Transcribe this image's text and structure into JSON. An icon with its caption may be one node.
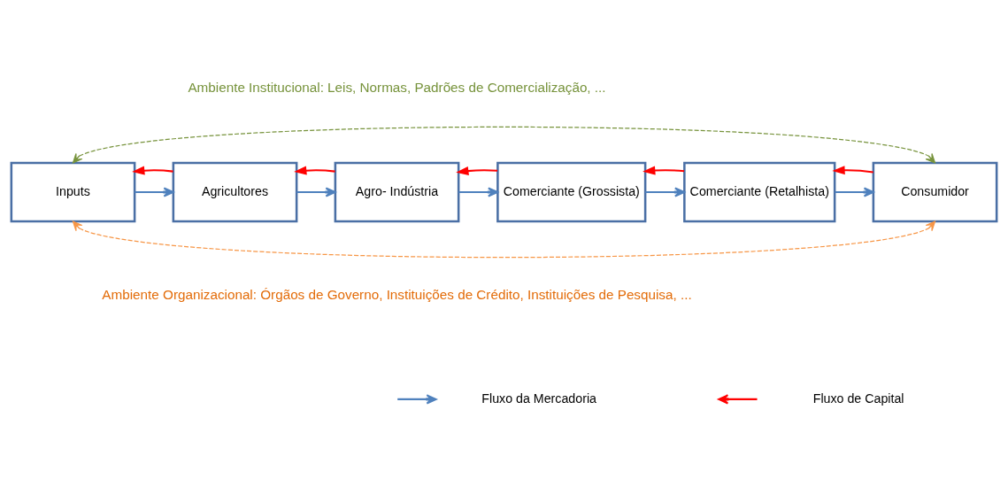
{
  "diagram": {
    "nodes": [
      {
        "text": [
          "Inputs"
        ]
      },
      {
        "text": [
          "Agricultores"
        ]
      },
      {
        "text": [
          "Agro- Indústria"
        ]
      },
      {
        "text": [
          "Comerciante (Grossista)"
        ]
      },
      {
        "text": [
          "Comerciante (Retalhista)"
        ]
      },
      {
        "text": [
          "Consumidor"
        ]
      }
    ],
    "edges": [
      {
        "from": 0,
        "to": 1,
        "arrow": "to"
      },
      {
        "from": 1,
        "to": 2,
        "arrow": "to"
      },
      {
        "from": 2,
        "to": 3,
        "arrow": "to"
      },
      {
        "from": 3,
        "to": 4,
        "arrow": "to"
      },
      {
        "from": 4,
        "to": 5,
        "arrow": "to"
      },
      {
        "from": 1,
        "to": 0,
        "arrow": "to",
        "color": "#ff0000"
      },
      {
        "from": 2,
        "to": 1,
        "arrow": "to",
        "color": "#ff0000"
      },
      {
        "from": 3,
        "to": 2,
        "arrow": "to",
        "color": "#ff0000"
      },
      {
        "from": 4,
        "to": 3,
        "arrow": "to",
        "color": "#ff0000"
      },
      {
        "from": 5,
        "to": 4,
        "arrow": "to",
        "color": "#ff0000"
      },
      {
        "from": 0,
        "to": 5,
        "arrow": "both",
        "style": "dashed",
        "color": "#77933c"
      },
      {
        "from": 0,
        "to": 5,
        "arrow": "both",
        "style": "dashed",
        "color": "#f79646"
      }
    ],
    "labels": [
      "Ambiente Institucional: Leis, Normas, Padrões de Comercialização, ...",
      "Ambiente Organizacional: Órgãos de Governo, Instituições de Crédito, Instituições de Pesquisa, ..."
    ],
    "legend": [
      {
        "text": "Fluxo da Mercadoria"
      },
      {
        "text": "Fluxo de Capital"
      }
    ]
  }
}
